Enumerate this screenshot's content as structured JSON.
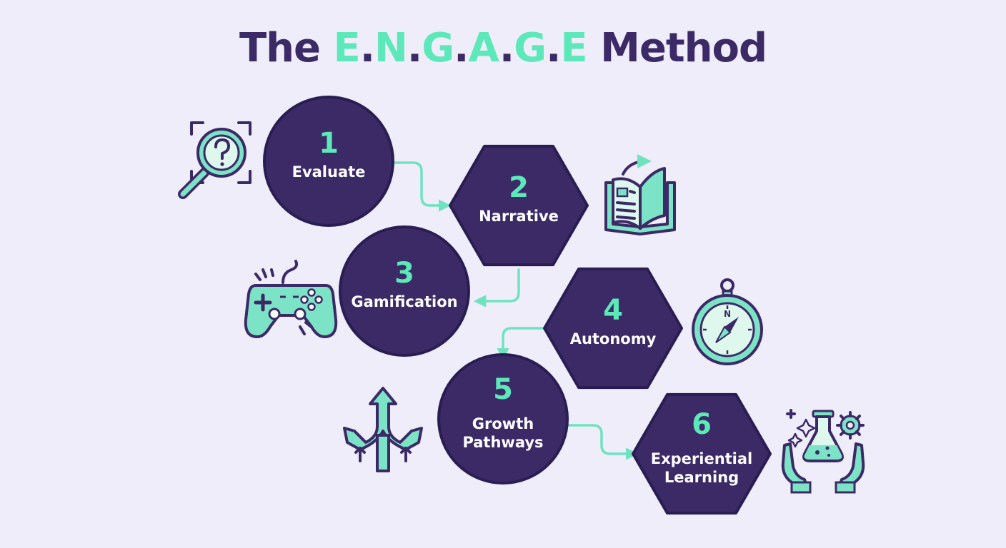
{
  "title": {
    "prefix": "The ",
    "letters": [
      "E",
      "N",
      "G",
      "A",
      "G",
      "E"
    ],
    "separator": ".",
    "suffix": " Method"
  },
  "steps": [
    {
      "number": "1",
      "label": [
        "Evaluate"
      ],
      "shape": "circle",
      "icon": "magnifier-question-icon"
    },
    {
      "number": "2",
      "label": [
        "Narrative"
      ],
      "shape": "hexagon",
      "icon": "open-book-icon"
    },
    {
      "number": "3",
      "label": [
        "Gamification"
      ],
      "shape": "circle",
      "icon": "gamepad-icon"
    },
    {
      "number": "4",
      "label": [
        "Autonomy"
      ],
      "shape": "hexagon",
      "icon": "compass-icon"
    },
    {
      "number": "5",
      "label": [
        "Growth",
        "Pathways"
      ],
      "shape": "circle",
      "icon": "branching-arrows-icon"
    },
    {
      "number": "6",
      "label": [
        "Experiential",
        "Learning"
      ],
      "shape": "hexagon",
      "icon": "flask-hands-icon"
    }
  ],
  "colors": {
    "background": "#efedfa",
    "node_fill": "#3b2a66",
    "node_stroke": "#2a1d52",
    "accent": "#5ce8b8",
    "icon_fill": "#7de3c6",
    "label": "#ffffff",
    "connector": "#6fe3c0"
  }
}
